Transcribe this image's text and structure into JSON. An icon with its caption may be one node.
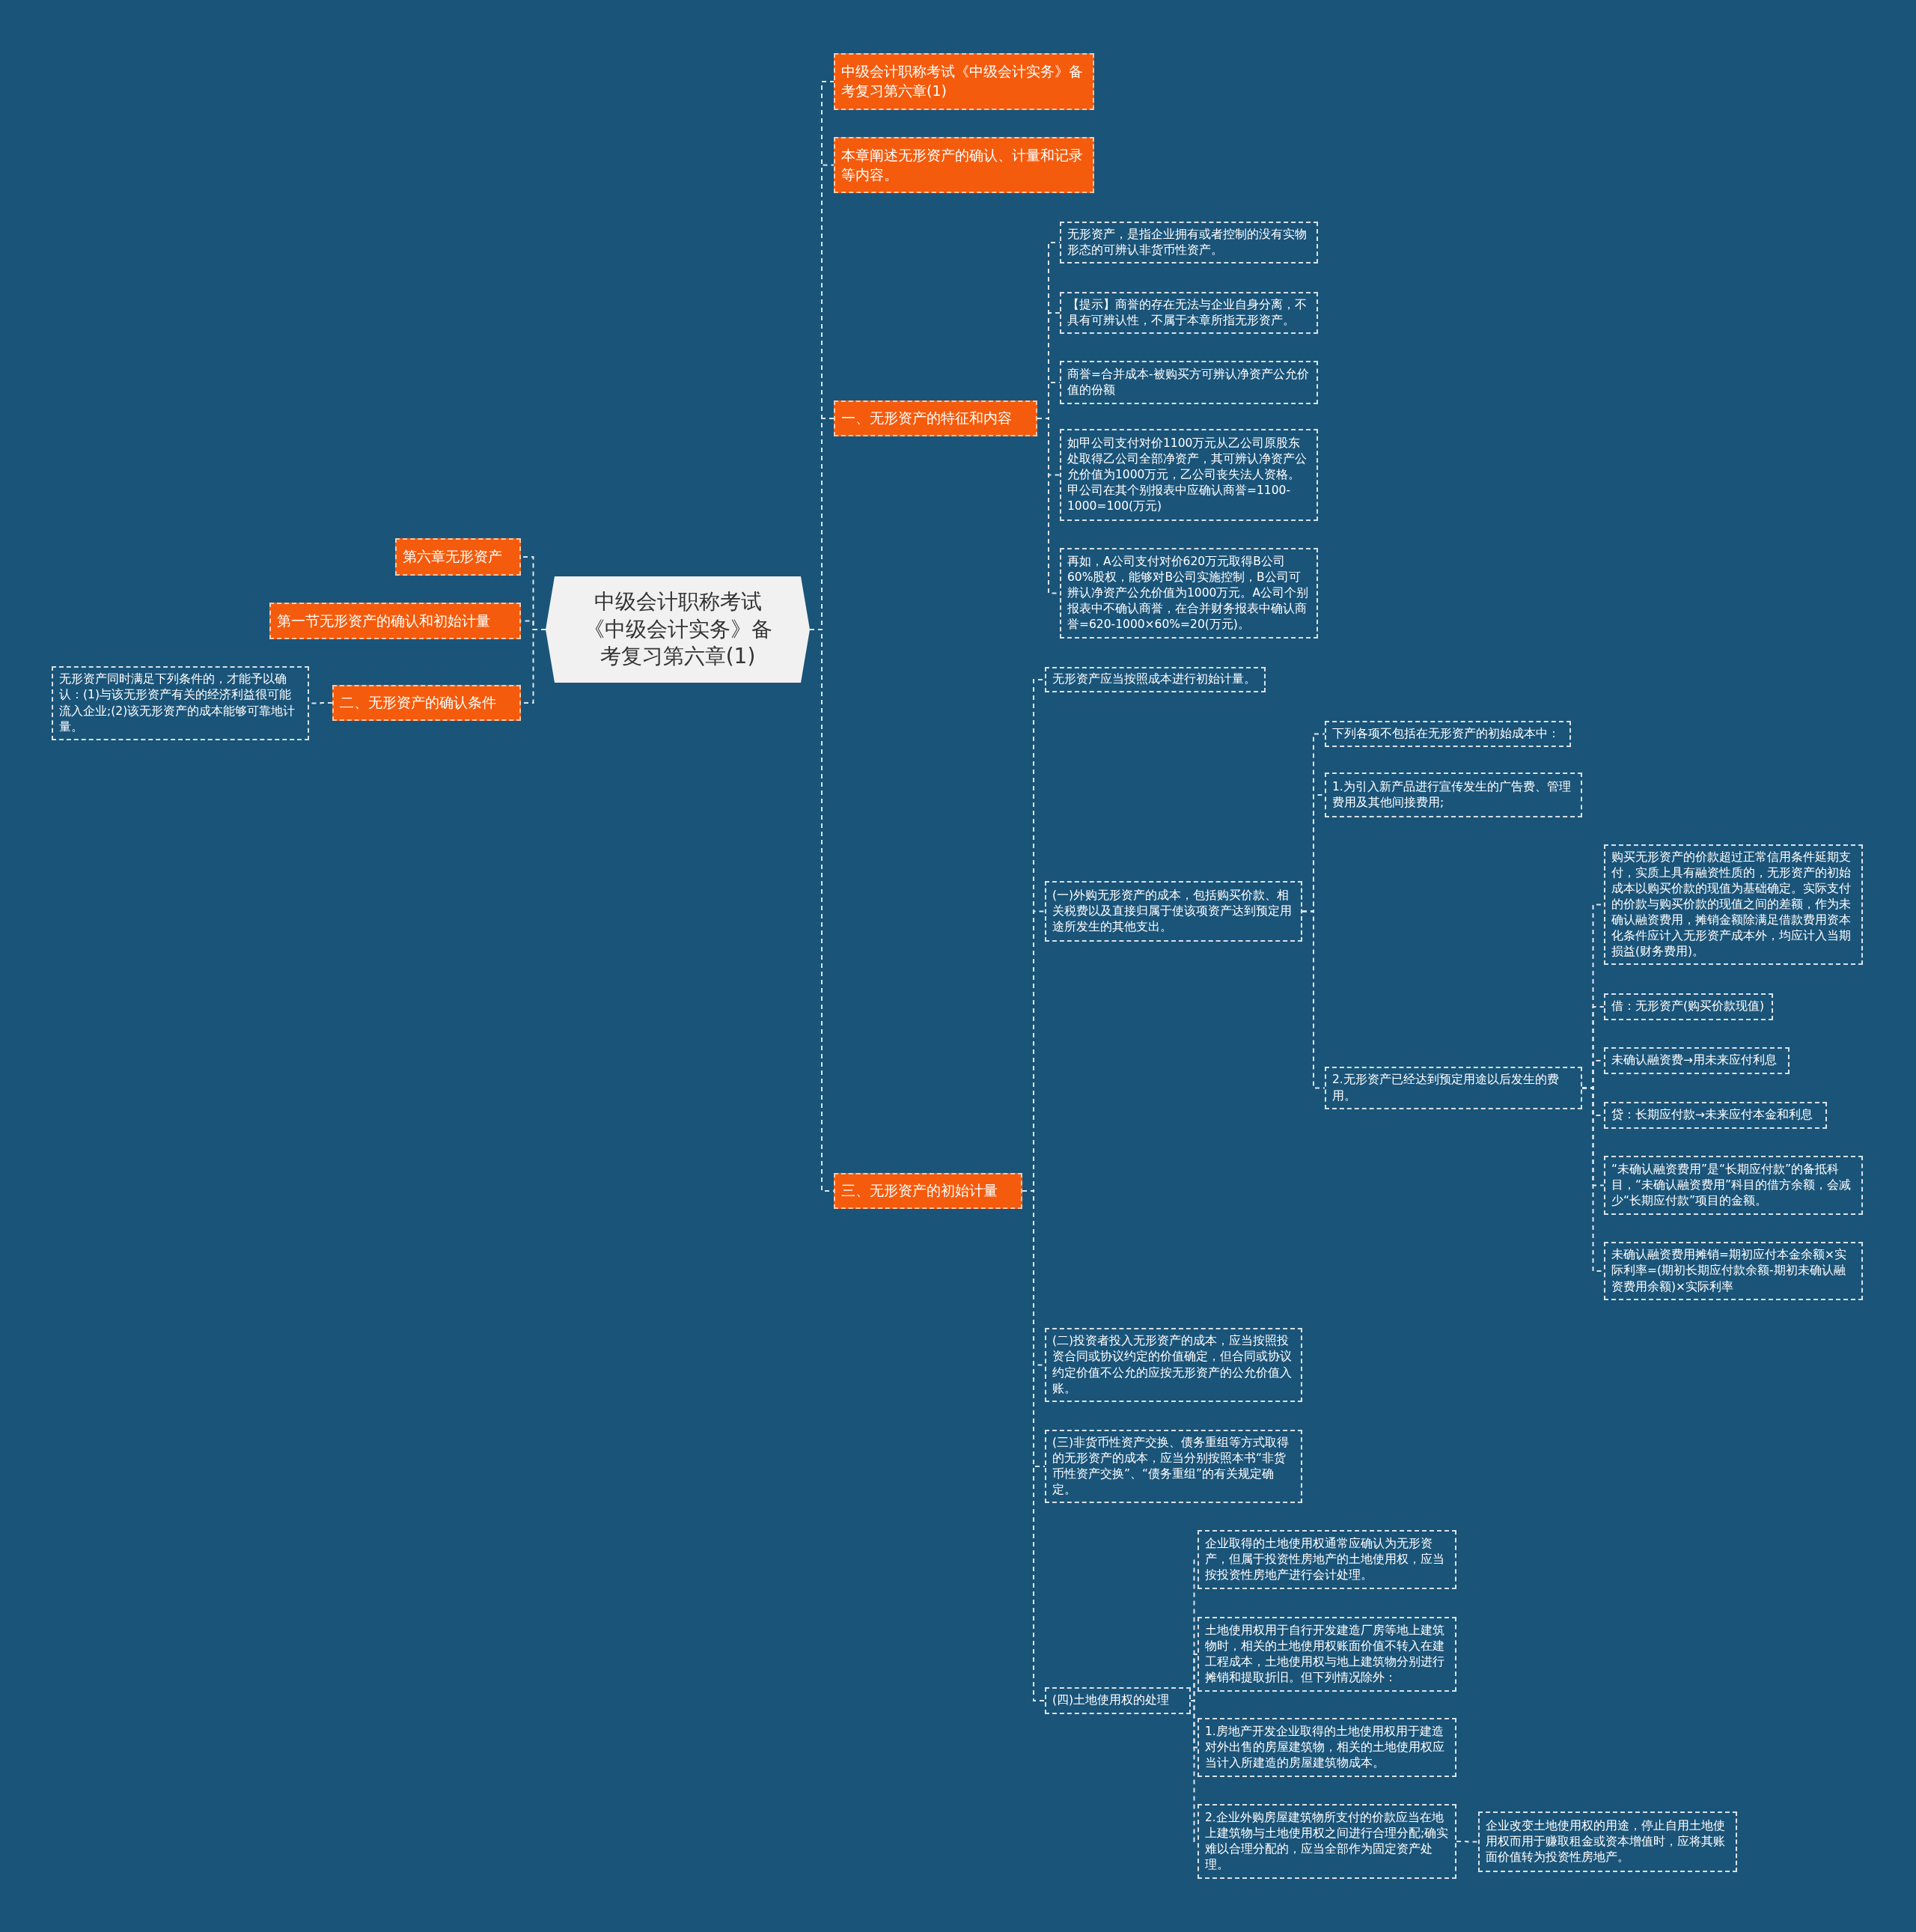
{
  "diagram": {
    "nodes": [
      {
        "text": [
          "中级会计职称考试《中级会计实务》备考复习第六章(1)"
        ]
      },
      {
        "text": [
          "第六章无形资产"
        ]
      },
      {
        "text": [
          "第一节无形资产的确认和初始计量"
        ]
      },
      {
        "text": [
          "二、无形资产的确认条件"
        ]
      },
      {
        "text": [
          "无形资产同时满足下列条件的，才能予以确认：(1)与该无形资产有关的经济利益很可能流入企业;(2)该无形资产的成本能够可靠地计量。"
        ]
      },
      {
        "text": [
          "中级会计职称考试《中级会计实务》备考复习第六章(1)"
        ]
      },
      {
        "text": [
          "本章阐述无形资产的确认、计量和记录等内容。"
        ]
      },
      {
        "text": [
          "一、无形资产的特征和内容"
        ]
      },
      {
        "text": [
          "无形资产，是指企业拥有或者控制的没有实物形态的可辨认非货币性资产。"
        ]
      },
      {
        "text": [
          "【提示】商誉的存在无法与企业自身分离，不具有可辨认性，不属于本章所指无形资产。"
        ]
      },
      {
        "text": [
          "商誉=合并成本-被购买方可辨认净资产公允价值的份额"
        ]
      },
      {
        "text": [
          "如甲公司支付对价1100万元从乙公司原股东处取得乙公司全部净资产，其可辨认净资产公允价值为1000万元，乙公司丧失法人资格。甲公司在其个别报表中应确认商誉=1100-1000=100(万元)"
        ]
      },
      {
        "text": [
          "再如，A公司支付对价620万元取得B公司60%股权，能够对B公司实施控制，B公司可辨认净资产公允价值为1000万元。A公司个别报表中不确认商誉，在合并财务报表中确认商誉=620-1000×60%=20(万元)。"
        ]
      },
      {
        "text": [
          "三、无形资产的初始计量"
        ]
      },
      {
        "text": [
          "无形资产应当按照成本进行初始计量。"
        ]
      },
      {
        "text": [
          "(一)外购无形资产的成本，包括购买价款、相关税费以及直接归属于使该项资产达到预定用途所发生的其他支出。"
        ]
      },
      {
        "text": [
          "下列各项不包括在无形资产的初始成本中："
        ]
      },
      {
        "text": [
          "1.为引入新产品进行宣传发生的广告费、管理费用及其他间接费用;"
        ]
      },
      {
        "text": [
          "2.无形资产已经达到预定用途以后发生的费用。"
        ]
      },
      {
        "text": [
          "购买无形资产的价款超过正常信用条件延期支付，实质上具有融资性质的，无形资产的初始成本以购买价款的现值为基础确定。实际支付的价款与购买价款的现值之间的差额，作为未确认融资费用，摊销金额除满足借款费用资本化条件应计入无形资产成本外，均应计入当期损益(财务费用)。"
        ]
      },
      {
        "text": [
          "借：无形资产(购买价款现值)"
        ]
      },
      {
        "text": [
          "未确认融资费→用未来应付利息"
        ]
      },
      {
        "text": [
          "贷：长期应付款→未来应付本金和利息"
        ]
      },
      {
        "text": [
          "“未确认融资费用”是“长期应付款”的备抵科目，“未确认融资费用”科目的借方余额，会减少“长期应付款”项目的金额。"
        ]
      },
      {
        "text": [
          "未确认融资费用摊销=期初应付本金余额×实际利率=(期初长期应付款余额-期初未确认融资费用余额)×实际利率"
        ]
      },
      {
        "text": [
          "(二)投资者投入无形资产的成本，应当按照投资合同或协议约定的价值确定，但合同或协议约定价值不公允的应按无形资产的公允价值入账。"
        ]
      },
      {
        "text": [
          "(三)非货币性资产交换、债务重组等方式取得的无形资产的成本，应当分别按照本书“非货币性资产交换”、“债务重组”的有关规定确定。"
        ]
      },
      {
        "text": [
          "(四)土地使用权的处理"
        ]
      },
      {
        "text": [
          "企业取得的土地使用权通常应确认为无形资产，但属于投资性房地产的土地使用权，应当按投资性房地产进行会计处理。"
        ]
      },
      {
        "text": [
          "土地使用权用于自行开发建造厂房等地上建筑物时，相关的土地使用权账面价值不转入在建工程成本，土地使用权与地上建筑物分别进行摊销和提取折旧。但下列情况除外："
        ]
      },
      {
        "text": [
          "1.房地产开发企业取得的土地使用权用于建造对外出售的房屋建筑物，相关的土地使用权应当计入所建造的房屋建筑物成本。"
        ]
      },
      {
        "text": [
          "2.企业外购房屋建筑物所支付的价款应当在地上建筑物与土地使用权之间进行合理分配;确实难以合理分配的，应当全部作为固定资产处理。"
        ]
      },
      {
        "text": [
          "企业改变土地使用权的用途，停止自用土地使用权而用于赚取租金或资本增值时，应将其账面价值转为投资性房地产。"
        ]
      }
    ],
    "edges": [
      {
        "from": 0,
        "to": 1,
        "arrow": "none"
      },
      {
        "from": 0,
        "to": 2,
        "arrow": "none"
      },
      {
        "from": 0,
        "to": 3,
        "arrow": "none"
      },
      {
        "from": 3,
        "to": 4,
        "arrow": "none"
      },
      {
        "from": 0,
        "to": 5,
        "arrow": "none"
      },
      {
        "from": 0,
        "to": 6,
        "arrow": "none"
      },
      {
        "from": 0,
        "to": 7,
        "arrow": "none"
      },
      {
        "from": 7,
        "to": 8,
        "arrow": "none"
      },
      {
        "from": 7,
        "to": 9,
        "arrow": "none"
      },
      {
        "from": 7,
        "to": 10,
        "arrow": "none"
      },
      {
        "from": 7,
        "to": 11,
        "arrow": "none"
      },
      {
        "from": 7,
        "to": 12,
        "arrow": "none"
      },
      {
        "from": 0,
        "to": 13,
        "arrow": "none"
      },
      {
        "from": 13,
        "to": 14,
        "arrow": "none"
      },
      {
        "from": 13,
        "to": 15,
        "arrow": "none"
      },
      {
        "from": 15,
        "to": 16,
        "arrow": "none"
      },
      {
        "from": 15,
        "to": 17,
        "arrow": "none"
      },
      {
        "from": 15,
        "to": 18,
        "arrow": "none"
      },
      {
        "from": 18,
        "to": 19,
        "arrow": "none"
      },
      {
        "from": 18,
        "to": 20,
        "arrow": "none"
      },
      {
        "from": 18,
        "to": 21,
        "arrow": "none"
      },
      {
        "from": 18,
        "to": 22,
        "arrow": "none"
      },
      {
        "from": 18,
        "to": 23,
        "arrow": "none"
      },
      {
        "from": 18,
        "to": 24,
        "arrow": "none"
      },
      {
        "from": 13,
        "to": 25,
        "arrow": "none"
      },
      {
        "from": 13,
        "to": 26,
        "arrow": "none"
      },
      {
        "from": 13,
        "to": 27,
        "arrow": "none"
      },
      {
        "from": 27,
        "to": 28,
        "arrow": "none"
      },
      {
        "from": 27,
        "to": 29,
        "arrow": "none"
      },
      {
        "from": 27,
        "to": 30,
        "arrow": "none"
      },
      {
        "from": 27,
        "to": 31,
        "arrow": "none"
      },
      {
        "from": 31,
        "to": 32,
        "arrow": "none"
      }
    ]
  }
}
